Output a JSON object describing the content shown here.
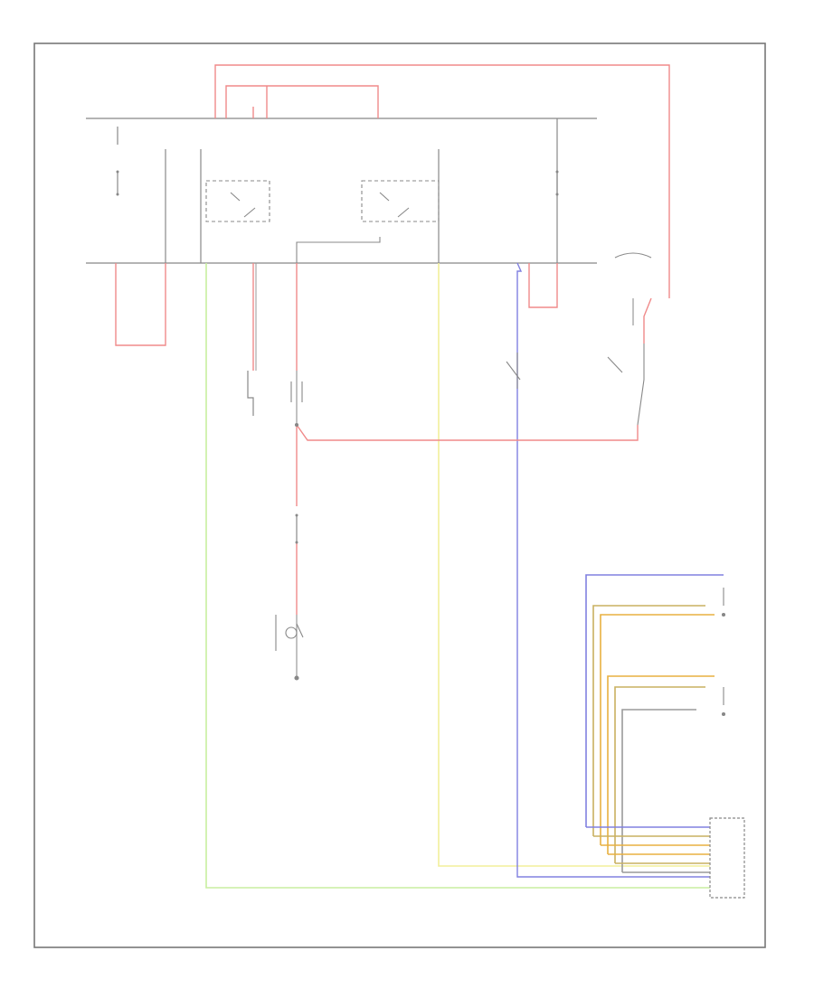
{
  "diagram": {
    "header_label": "",
    "footer_label": "",
    "wire_colors": {
      "red": "#f08a8a",
      "black": "#9a9a9a",
      "green": "#c8eea0",
      "yellow": "#f2ef9a",
      "blue": "#8080e0",
      "tan": "#c9b060",
      "orange": "#e8b040"
    },
    "components": [
      {
        "id": "fuse-left",
        "label": ""
      },
      {
        "id": "relay-left",
        "label": ""
      },
      {
        "id": "relay-middle",
        "label": ""
      },
      {
        "id": "fuse-right",
        "label": ""
      },
      {
        "id": "pressure-switch",
        "label": ""
      },
      {
        "id": "fuse-lower",
        "label": ""
      },
      {
        "id": "resistor-block",
        "label": ""
      },
      {
        "id": "solenoid-1",
        "label": ""
      },
      {
        "id": "solenoid-2",
        "label": ""
      },
      {
        "id": "control-module",
        "label": ""
      }
    ]
  }
}
